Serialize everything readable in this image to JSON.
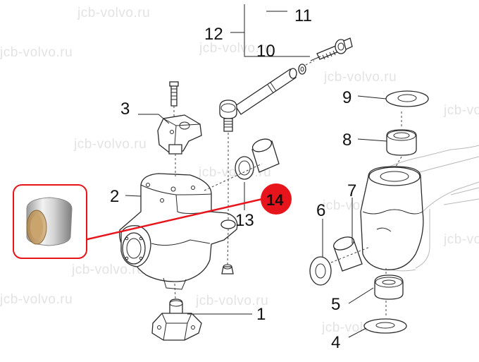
{
  "watermark": "jcb-volvo.ru",
  "callouts": {
    "c1": "1",
    "c2": "2",
    "c3": "3",
    "c4": "4",
    "c5": "5",
    "c6": "6",
    "c7": "7",
    "c8": "8",
    "c9": "9",
    "c10": "10",
    "c11": "11",
    "c12": "12",
    "c13": "13",
    "c14": "14"
  },
  "colors": {
    "highlight": "#e8141c",
    "line": "#2a2a2a",
    "watermark": "#e3e3e3"
  }
}
